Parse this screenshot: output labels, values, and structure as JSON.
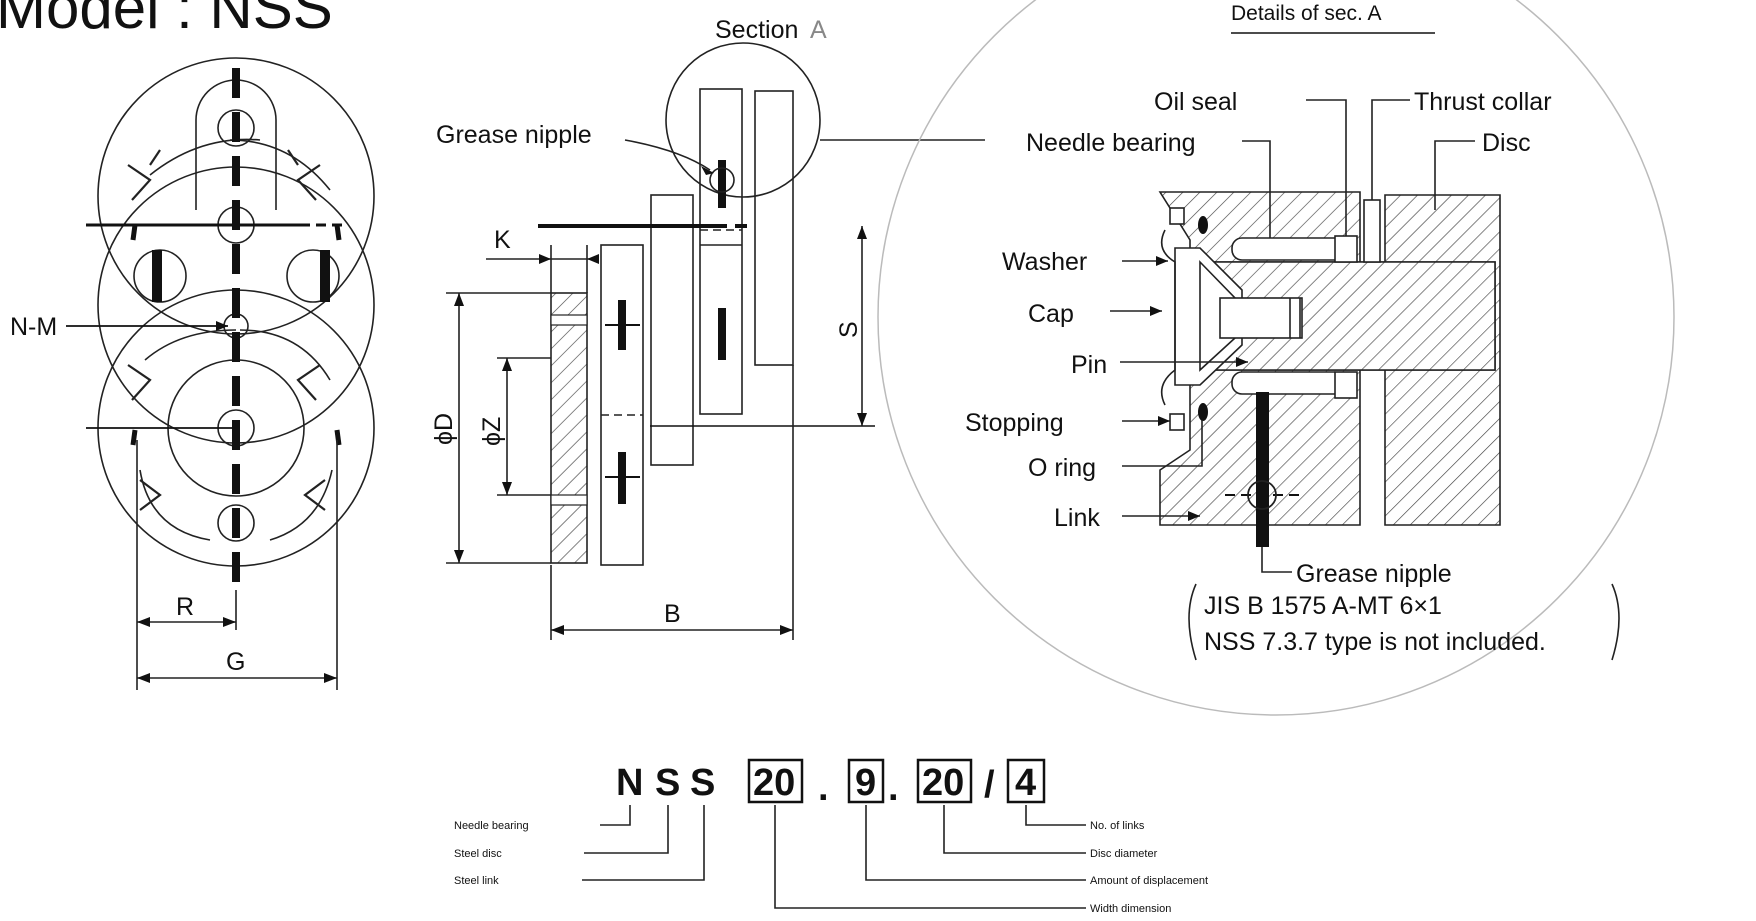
{
  "title": "Model : NSS",
  "front_view": {
    "labels": {
      "nm": "N-M",
      "r": "R",
      "g": "G"
    }
  },
  "side_view": {
    "section_label": "Section",
    "section_letter": "A",
    "grease_nipple": "Grease nipple",
    "dims": {
      "k": "K",
      "s": "S",
      "d": "ϕD",
      "z": "ϕZ",
      "b": "B"
    }
  },
  "detail": {
    "title": "Details of sec. A",
    "labels": {
      "oil_seal": "Oil seal",
      "thrust_collar": "Thrust collar",
      "needle_bearing": "Needle bearing",
      "disc": "Disc",
      "washer": "Washer",
      "cap": "Cap",
      "pin": "Pin",
      "stopping": "Stopping",
      "o_ring": "O ring",
      "link": "Link",
      "grease_nipple": "Grease nipple"
    },
    "note_line1": "JIS B 1575 A-MT 6×1",
    "note_line2": "NSS 7.3.7 type is not included."
  },
  "model_code": {
    "letters": [
      "N",
      "S",
      "S"
    ],
    "boxes": [
      "20",
      "9",
      "20",
      "4"
    ],
    "separators": [
      ".",
      ".",
      "/"
    ],
    "left_labels": [
      "Needle bearing",
      "Steel disc",
      "Steel link"
    ],
    "right_labels": [
      "No. of links",
      "Disc diameter",
      "Amount of displacement",
      "Width dimension"
    ]
  }
}
